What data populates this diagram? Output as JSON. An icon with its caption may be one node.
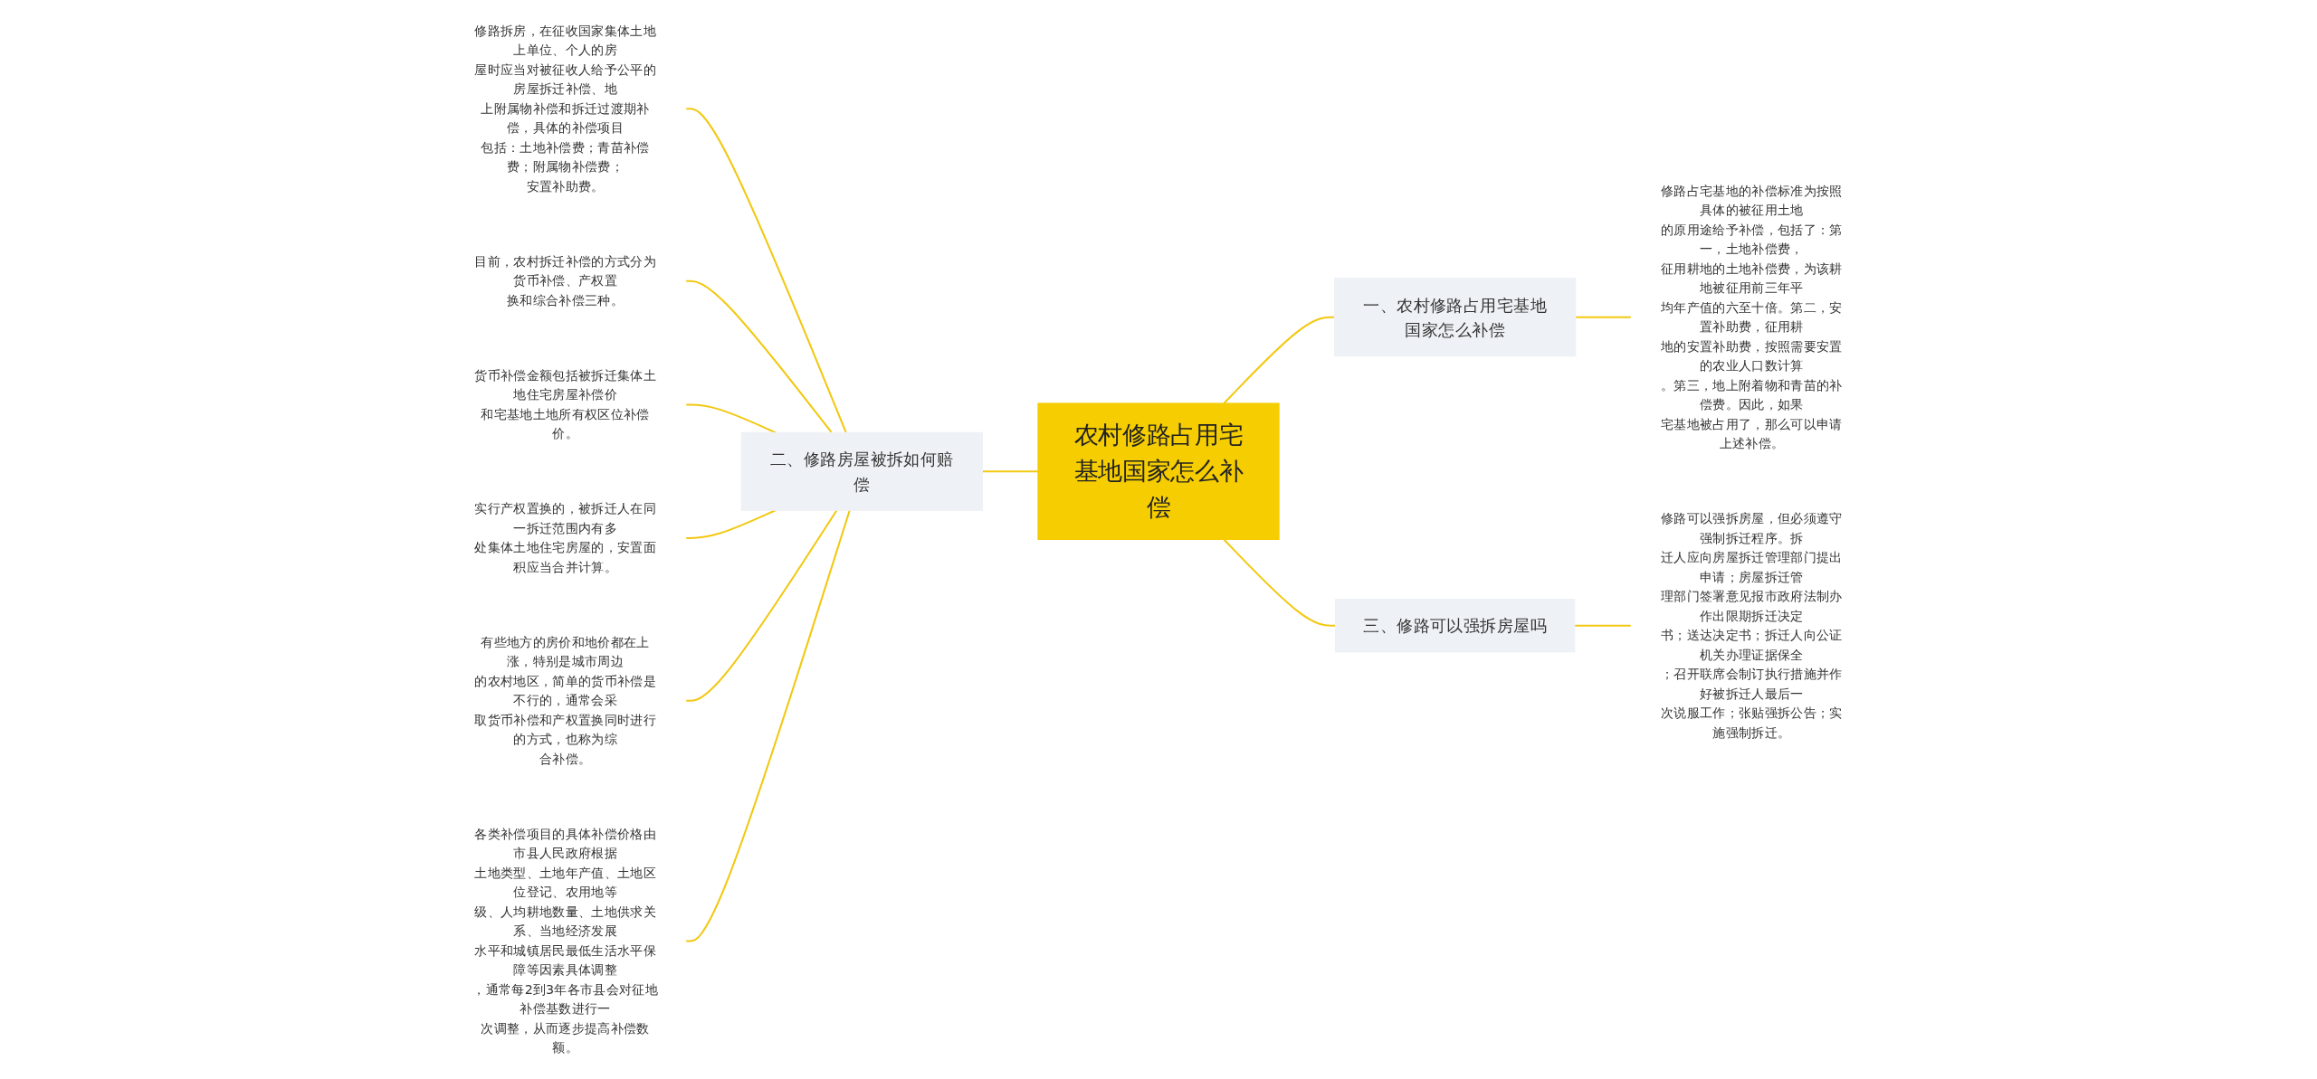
{
  "diagram": {
    "nodes": [
      {
        "text": [
          "农村修路占用宅基地国家怎么补偿"
        ]
      },
      {
        "text": [
          "一、农村修路占用宅基地国家怎么补偿"
        ]
      },
      {
        "text": [
          "修路占宅基地的补偿标准为按照具体的被征用土地的原用途给予补偿，包括了：第一，土地补偿费，征用耕地的土地补偿费，为该耕地被征用前三年平均年产值的六至十倍。第二，安置补助费，征用耕地的安置补助费，按照需要安置的农业人口数计算。第三，地上附着物和青苗的补偿费。因此，如果宅基地被占用了，那么可以申请上述补偿。"
        ]
      },
      {
        "text": [
          "二、修路房屋被拆如何赔偿"
        ]
      },
      {
        "text": [
          "修路拆房，在征收国家集体土地上单位、个人的房屋时应当对被征收人给予公平的房屋拆迁补偿、地上附属物补偿和拆迁过渡期补偿，具体的补偿项目包括：土地补偿费；青苗补偿费；附属物补偿费；安置补助费。"
        ]
      },
      {
        "text": [
          "目前，农村拆迁补偿的方式分为货币补偿、产权置换和综合补偿三种。"
        ]
      },
      {
        "text": [
          "货币补偿金额包括被拆迁集体土地住宅房屋补偿价和宅基地土地所有权区位补偿价。"
        ]
      },
      {
        "text": [
          "实行产权置换的，被拆迁人在同一拆迁范围内有多处集体土地住宅房屋的，安置面积应当合并计算。"
        ]
      },
      {
        "text": [
          "有些地方的房价和地价都在上涨，特别是城市周边的农村地区，简单的货币补偿是不行的，通常会采取货币补偿和产权置换同时进行的方式，也称为综合补偿。"
        ]
      },
      {
        "text": [
          "各类补偿项目的具体补偿价格由市县人民政府根据土地类型、土地年产值、土地区位登记、农用地等级、人均耕地数量、土地供求关系、当地经济发展水平和城镇居民最低生活水平保障等因素具体调整，通常每2到3年各市县会对征地补偿基数进行一次调整，从而逐步提高补偿数额。"
        ]
      },
      {
        "text": [
          "三、修路可以强拆房屋吗"
        ]
      },
      {
        "text": [
          "修路可以强拆房屋，但必须遵守强制拆迁程序。拆迁人应向房屋拆迁管理部门提出申请；房屋拆迁管理部门签署意见报市政府法制办作出限期拆迁决定书；送达决定书；拆迁人向公证机关办理证据保全；召开联席会制订执行措施并作好被拆迁人最后一次说服工作；张贴强拆公告；实施强制拆迁。"
        ]
      }
    ],
    "edges": [
      {
        "from": 0,
        "to": 1,
        "arrow": "none"
      },
      {
        "from": 1,
        "to": 2,
        "arrow": "none"
      },
      {
        "from": 0,
        "to": 3,
        "arrow": "none"
      },
      {
        "from": 3,
        "to": 4,
        "arrow": "none"
      },
      {
        "from": 3,
        "to": 5,
        "arrow": "none"
      },
      {
        "from": 3,
        "to": 6,
        "arrow": "none"
      },
      {
        "from": 3,
        "to": 7,
        "arrow": "none"
      },
      {
        "from": 3,
        "to": 8,
        "arrow": "none"
      },
      {
        "from": 3,
        "to": 9,
        "arrow": "none"
      },
      {
        "from": 0,
        "to": 10,
        "arrow": "none"
      },
      {
        "from": 10,
        "to": 11,
        "arrow": "none"
      }
    ]
  }
}
